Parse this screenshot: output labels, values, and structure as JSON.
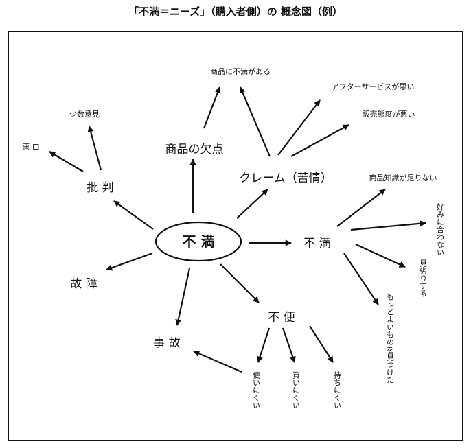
{
  "title": "「不満＝ニーズ」（購入者側）の 概念図（例）",
  "nodes": {
    "center": "不 満",
    "shouhin_ketten": "商品の欠点",
    "shouhin_fuman": "商品に不満がある",
    "claim": "クレーム（苦情）",
    "after_service": "アフターサービスが悪い",
    "hanbai": "販売態度が悪い",
    "shouhin_chishiki": "商品知識が足りない",
    "fuman_right": "不 満",
    "konomi": "好みに合わない",
    "miotori": "見劣りする",
    "motto": "もっとよいものを見つけた",
    "hihan": "批 判",
    "shousuu": "少数意見",
    "warukuchi": "悪 口",
    "koshou": "故 障",
    "jiko": "事 故",
    "fuben": "不 便",
    "tsukai": "使いにくい",
    "kai": "買いにくい",
    "mochi": "持ちにくい"
  }
}
